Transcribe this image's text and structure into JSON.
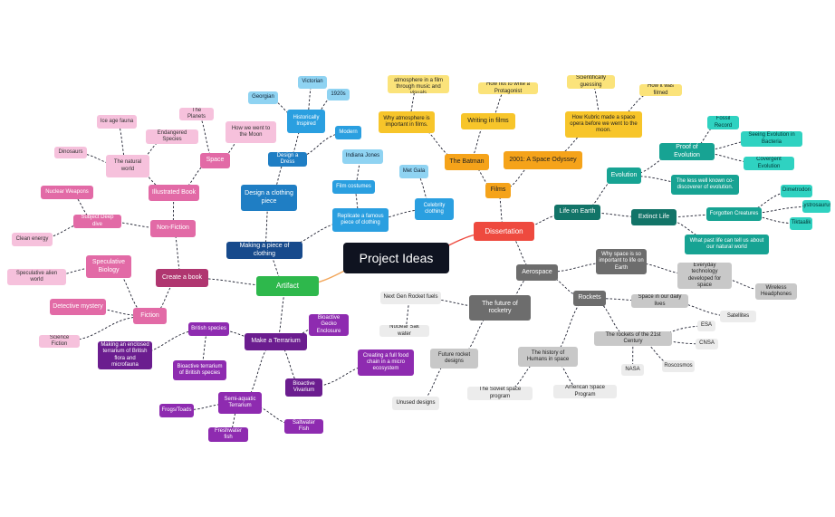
{
  "title": "Project Ideas",
  "branches": {
    "artifact": {
      "label": "Artifact",
      "color": "#2eb84c"
    },
    "dissertation": {
      "label": "Dissertation",
      "color": "#ee4a3f"
    }
  },
  "nodes": {
    "making_clothing": "Making a piece of clothing",
    "design_clothing": "Design a clothing piece",
    "design_dress": "Design a Dress",
    "historically_inspired": "Historically Inspired",
    "victorian": "Victorian",
    "georgian": "Georgian",
    "twenties": "1920s",
    "modern": "Modern",
    "replicate_famous": "Replicate a famous piece of clothing",
    "film_costumes": "Film costumes",
    "indiana_jones": "Indiana Jones",
    "celebrity_clothing": "Celebrity clothing",
    "met_gala": "Met Gala",
    "create_book": "Create a book",
    "non_fiction": "Non-Fiction",
    "illustrated_book": "Illustrated Book",
    "space_book": "Space",
    "planets": "The Planets",
    "went_to_moon": "How we went to the Moon",
    "natural_world": "The natural world",
    "ice_age": "Ice age fauna",
    "endangered": "Endangered Species",
    "dinosaurs": "Dinosaurs",
    "subject_deep_dive": "Subject Deep dive",
    "nuclear_weapons": "Nuclear Weapons",
    "clean_energy": "Clean energy",
    "fiction": "Fiction",
    "speculative_biology": "Speculative Biology",
    "speculative_alien": "Speculative alien world",
    "detective": "Detective mystery",
    "science_fiction": "Science Fiction",
    "make_terrarium": "Make a Terrarium",
    "british_species": "British species",
    "enclosed_terrarium": "Making an enclosed terrarium of British flora and microfauna",
    "bioactive_british": "Bioactive terrarium of British species",
    "gecko": "Bioactive Gecko Enclosure",
    "vivarium": "Bioactive Vivarium",
    "food_chain": "Creating a full food chain in a micro ecosystem",
    "semi_aquatic": "Semi-aquatic Terrarium",
    "frogs": "Frogs/Toads",
    "freshwater": "Freshwater fish",
    "saltwater": "Saltwater Fish",
    "films": "Films",
    "batman": "The Batman",
    "why_atmosphere": "Why atmosphere is important in films.",
    "how_atmosphere": "How to create atmosphere in a film through music and visuals",
    "writing_films": "Writing in films",
    "not_protagonist": "How not to write a Protagonist",
    "space_odyssey": "2001: A Space Odyssey",
    "kubric": "How Kubric made a space opera before we went to the moon.",
    "scientific_guessing": "Scientifically guessing",
    "how_filmed": "How it was filmed",
    "life_on_earth": "Life on Earth",
    "evolution": "Evolution",
    "proof_evolution": "Proof of Evolution",
    "fossil_record": "Fossil Record",
    "seeing_evolution": "Seeing Evolution in Bacteria",
    "convergent": "Covergent Evolution",
    "less_well_known": "The less well known co-discoverer of evolution.",
    "extinct_life": "Extinct Life",
    "forgotten_creatures": "Forgotten Creatures",
    "dimetrodon": "Dimetrodon",
    "lystrosaurus": "Lystrosaurus",
    "tiktaalik": "Tiktaalik",
    "past_life": "What past life can tell us about our natural world",
    "aerospace": "Aerospace",
    "why_space": "Why space is so important to life on Earth",
    "everyday_tech": "Everyday technology developed for space",
    "wireless": "Wireless Headphones",
    "future_rocketry": "The future of rocketry",
    "next_gen": "Next Gen Rocket fuels",
    "nuclear_salt": "Nuclear Salt water",
    "future_designs": "Future rocket designs",
    "unused_designs": "Unused designs",
    "rockets": "Rockets",
    "space_daily": "Space in our daily lives",
    "satellites": "Satellites",
    "rockets_21st": "The rockets of the 21st Century",
    "esa": "ESA",
    "cnsa": "CNSA",
    "nasa": "NASA",
    "roscosmos": "Roscosmos",
    "history_humans": "The history of Humans in space",
    "soviet": "The Soviet space program",
    "american": "American Space Program"
  },
  "colors": {
    "root": "#0f1320",
    "artifact": "#2eb84c",
    "dissertation": "#ee4a3f",
    "blue_dark": "#1f7ec4",
    "blue": "#2a9fe0",
    "blue_light": "#8fd3f2",
    "navy": "#174a8c",
    "pink_dark": "#b03670",
    "pink": "#e26aa6",
    "pink_light": "#f6c1dc",
    "purple": "#6b1d8f",
    "purple_light": "#8e2bb0",
    "yellow": "#f7c52a",
    "yellow_light": "#fbe37a",
    "orange": "#f5a31a",
    "teal_dark": "#127468",
    "teal": "#17a393",
    "teal_light": "#2fd2c1",
    "grey_dark": "#6d6d6d",
    "grey": "#c8c8c8",
    "grey_light": "#ececec"
  }
}
